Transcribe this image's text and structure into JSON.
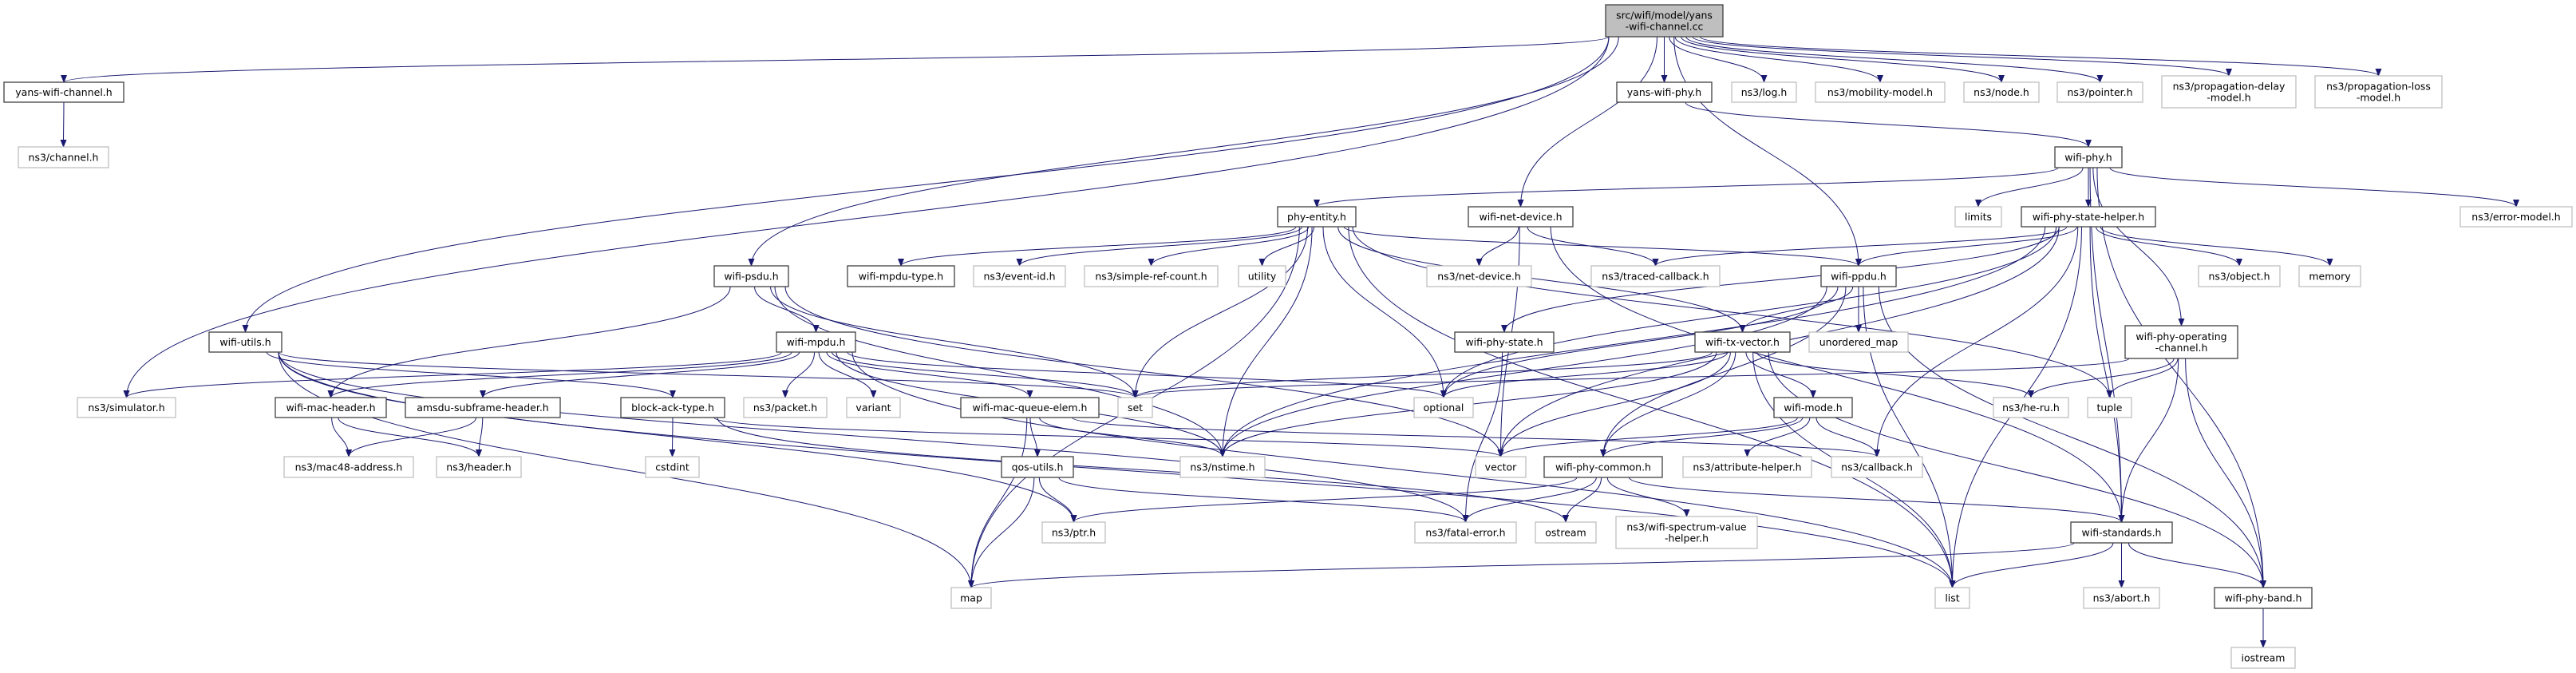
{
  "graph": {
    "type": "include-dependency-graph",
    "colors": {
      "edge": "#191970",
      "root_fill": "#bfbfbf",
      "documented_border": "#404040",
      "undocumented_border": "#bfbfbf"
    },
    "nodes": {
      "root": {
        "lines": [
          "src/wifi/model/yans",
          "-wifi-channel.cc"
        ],
        "kind": "root"
      },
      "yans_wifi_channel": {
        "lines": [
          "yans-wifi-channel.h"
        ],
        "kind": "doc"
      },
      "yans_wifi_phy": {
        "lines": [
          "yans-wifi-phy.h"
        ],
        "kind": "doc"
      },
      "log": {
        "lines": [
          "ns3/log.h"
        ],
        "kind": "undoc"
      },
      "mobility": {
        "lines": [
          "ns3/mobility-model.h"
        ],
        "kind": "undoc"
      },
      "node": {
        "lines": [
          "ns3/node.h"
        ],
        "kind": "undoc"
      },
      "pointer": {
        "lines": [
          "ns3/pointer.h"
        ],
        "kind": "undoc"
      },
      "prop_delay": {
        "lines": [
          "ns3/propagation-delay",
          "-model.h"
        ],
        "kind": "undoc"
      },
      "prop_loss": {
        "lines": [
          "ns3/propagation-loss",
          "-model.h"
        ],
        "kind": "undoc"
      },
      "channel": {
        "lines": [
          "ns3/channel.h"
        ],
        "kind": "undoc"
      },
      "wifi_phy": {
        "lines": [
          "wifi-phy.h"
        ],
        "kind": "doc"
      },
      "phy_entity": {
        "lines": [
          "phy-entity.h"
        ],
        "kind": "doc"
      },
      "wifi_net_device": {
        "lines": [
          "wifi-net-device.h"
        ],
        "kind": "doc"
      },
      "limits": {
        "lines": [
          "limits"
        ],
        "kind": "undoc"
      },
      "wifi_phy_state_helper": {
        "lines": [
          "wifi-phy-state-helper.h"
        ],
        "kind": "doc"
      },
      "error_model": {
        "lines": [
          "ns3/error-model.h"
        ],
        "kind": "undoc"
      },
      "wifi_psdu": {
        "lines": [
          "wifi-psdu.h"
        ],
        "kind": "doc"
      },
      "wifi_mpdu_type": {
        "lines": [
          "wifi-mpdu-type.h"
        ],
        "kind": "doc"
      },
      "event_id": {
        "lines": [
          "ns3/event-id.h"
        ],
        "kind": "undoc"
      },
      "simple_ref_count": {
        "lines": [
          "ns3/simple-ref-count.h"
        ],
        "kind": "undoc"
      },
      "utility": {
        "lines": [
          "utility"
        ],
        "kind": "undoc"
      },
      "net_device": {
        "lines": [
          "ns3/net-device.h"
        ],
        "kind": "undoc"
      },
      "traced_callback": {
        "lines": [
          "ns3/traced-callback.h"
        ],
        "kind": "undoc"
      },
      "wifi_ppdu": {
        "lines": [
          "wifi-ppdu.h"
        ],
        "kind": "doc"
      },
      "object": {
        "lines": [
          "ns3/object.h"
        ],
        "kind": "undoc"
      },
      "memory": {
        "lines": [
          "memory"
        ],
        "kind": "undoc"
      },
      "wifi_utils": {
        "lines": [
          "wifi-utils.h"
        ],
        "kind": "doc"
      },
      "wifi_mpdu": {
        "lines": [
          "wifi-mpdu.h"
        ],
        "kind": "doc"
      },
      "wifi_phy_state": {
        "lines": [
          "wifi-phy-state.h"
        ],
        "kind": "doc"
      },
      "wifi_tx_vector": {
        "lines": [
          "wifi-tx-vector.h"
        ],
        "kind": "doc"
      },
      "unordered_map": {
        "lines": [
          "unordered_map"
        ],
        "kind": "undoc"
      },
      "wifi_phy_operating_channel": {
        "lines": [
          "wifi-phy-operating",
          "-channel.h"
        ],
        "kind": "doc"
      },
      "simulator": {
        "lines": [
          "ns3/simulator.h"
        ],
        "kind": "undoc"
      },
      "wifi_mac_header": {
        "lines": [
          "wifi-mac-header.h"
        ],
        "kind": "doc"
      },
      "amsdu_subframe_header": {
        "lines": [
          "amsdu-subframe-header.h"
        ],
        "kind": "doc"
      },
      "block_ack_type": {
        "lines": [
          "block-ack-type.h"
        ],
        "kind": "doc"
      },
      "packet": {
        "lines": [
          "ns3/packet.h"
        ],
        "kind": "undoc"
      },
      "variant": {
        "lines": [
          "variant"
        ],
        "kind": "undoc"
      },
      "wifi_mac_queue_elem": {
        "lines": [
          "wifi-mac-queue-elem.h"
        ],
        "kind": "doc"
      },
      "set": {
        "lines": [
          "set"
        ],
        "kind": "undoc"
      },
      "optional": {
        "lines": [
          "optional"
        ],
        "kind": "undoc"
      },
      "wifi_mode": {
        "lines": [
          "wifi-mode.h"
        ],
        "kind": "doc"
      },
      "he_ru": {
        "lines": [
          "ns3/he-ru.h"
        ],
        "kind": "undoc"
      },
      "tuple": {
        "lines": [
          "tuple"
        ],
        "kind": "undoc"
      },
      "mac48": {
        "lines": [
          "ns3/mac48-address.h"
        ],
        "kind": "undoc"
      },
      "header": {
        "lines": [
          "ns3/header.h"
        ],
        "kind": "undoc"
      },
      "cstdint": {
        "lines": [
          "cstdint"
        ],
        "kind": "undoc"
      },
      "qos_utils": {
        "lines": [
          "qos-utils.h"
        ],
        "kind": "doc"
      },
      "nstime": {
        "lines": [
          "ns3/nstime.h"
        ],
        "kind": "undoc"
      },
      "vector": {
        "lines": [
          "vector"
        ],
        "kind": "undoc"
      },
      "wifi_phy_common": {
        "lines": [
          "wifi-phy-common.h"
        ],
        "kind": "doc"
      },
      "attribute_helper": {
        "lines": [
          "ns3/attribute-helper.h"
        ],
        "kind": "undoc"
      },
      "callback": {
        "lines": [
          "ns3/callback.h"
        ],
        "kind": "undoc"
      },
      "ptr": {
        "lines": [
          "ns3/ptr.h"
        ],
        "kind": "undoc"
      },
      "fatal_error": {
        "lines": [
          "ns3/fatal-error.h"
        ],
        "kind": "undoc"
      },
      "ostream": {
        "lines": [
          "ostream"
        ],
        "kind": "undoc"
      },
      "spectrum_helper": {
        "lines": [
          "ns3/wifi-spectrum-value",
          "-helper.h"
        ],
        "kind": "undoc"
      },
      "wifi_standards": {
        "lines": [
          "wifi-standards.h"
        ],
        "kind": "doc"
      },
      "map": {
        "lines": [
          "map"
        ],
        "kind": "undoc"
      },
      "list": {
        "lines": [
          "list"
        ],
        "kind": "undoc"
      },
      "abort": {
        "lines": [
          "ns3/abort.h"
        ],
        "kind": "undoc"
      },
      "wifi_phy_band": {
        "lines": [
          "wifi-phy-band.h"
        ],
        "kind": "doc"
      },
      "iostream": {
        "lines": [
          "iostream"
        ],
        "kind": "undoc"
      }
    },
    "edges": [
      [
        "root",
        "yans_wifi_channel"
      ],
      [
        "root",
        "yans_wifi_phy"
      ],
      [
        "root",
        "log"
      ],
      [
        "root",
        "mobility"
      ],
      [
        "root",
        "node"
      ],
      [
        "root",
        "pointer"
      ],
      [
        "root",
        "prop_delay"
      ],
      [
        "root",
        "prop_loss"
      ],
      [
        "root",
        "wifi_utils"
      ],
      [
        "root",
        "wifi_psdu"
      ],
      [
        "root",
        "simulator"
      ],
      [
        "root",
        "wifi_net_device"
      ],
      [
        "root",
        "wifi_ppdu"
      ],
      [
        "yans_wifi_channel",
        "channel"
      ],
      [
        "yans_wifi_phy",
        "wifi_phy"
      ],
      [
        "wifi_phy",
        "phy_entity"
      ],
      [
        "wifi_phy",
        "limits"
      ],
      [
        "wifi_phy",
        "wifi_phy_state_helper"
      ],
      [
        "wifi_phy",
        "error_model"
      ],
      [
        "wifi_phy",
        "wifi_phy_operating_channel"
      ],
      [
        "wifi_phy",
        "wifi_standards"
      ],
      [
        "wifi_phy",
        "wifi_phy_band"
      ],
      [
        "phy_entity",
        "wifi_mpdu_type"
      ],
      [
        "phy_entity",
        "event_id"
      ],
      [
        "phy_entity",
        "simple_ref_count"
      ],
      [
        "phy_entity",
        "utility"
      ],
      [
        "phy_entity",
        "optional"
      ],
      [
        "phy_entity",
        "list"
      ],
      [
        "phy_entity",
        "wifi_ppdu"
      ],
      [
        "phy_entity",
        "wifi_tx_vector"
      ],
      [
        "phy_entity",
        "map"
      ],
      [
        "phy_entity",
        "nstime"
      ],
      [
        "phy_entity",
        "set"
      ],
      [
        "phy_entity",
        "tuple"
      ],
      [
        "wifi_net_device",
        "net_device"
      ],
      [
        "wifi_net_device",
        "traced_callback"
      ],
      [
        "wifi_net_device",
        "vector"
      ],
      [
        "wifi_net_device",
        "wifi_standards"
      ],
      [
        "wifi_phy_state_helper",
        "traced_callback"
      ],
      [
        "wifi_phy_state_helper",
        "wifi_ppdu"
      ],
      [
        "wifi_phy_state_helper",
        "object"
      ],
      [
        "wifi_phy_state_helper",
        "memory"
      ],
      [
        "wifi_phy_state_helper",
        "optional"
      ],
      [
        "wifi_phy_state_helper",
        "wifi_phy_state"
      ],
      [
        "wifi_phy_state_helper",
        "vector"
      ],
      [
        "wifi_phy_state_helper",
        "list"
      ],
      [
        "wifi_phy_state_helper",
        "callback"
      ],
      [
        "wifi_phy_state_helper",
        "nstime"
      ],
      [
        "wifi_phy_state_helper",
        "wifi_standards"
      ],
      [
        "wifi_psdu",
        "wifi_mpdu"
      ],
      [
        "wifi_psdu",
        "wifi_mac_header"
      ],
      [
        "wifi_psdu",
        "nstime"
      ],
      [
        "wifi_psdu",
        "set"
      ],
      [
        "wifi_psdu",
        "vector"
      ],
      [
        "wifi_ppdu",
        "wifi_tx_vector"
      ],
      [
        "wifi_ppdu",
        "unordered_map"
      ],
      [
        "wifi_ppdu",
        "list"
      ],
      [
        "wifi_ppdu",
        "nstime"
      ],
      [
        "wifi_ppdu",
        "optional"
      ],
      [
        "wifi_ppdu",
        "wifi_phy_common"
      ],
      [
        "wifi_ppdu",
        "wifi_phy_band"
      ],
      [
        "wifi_utils",
        "block_ack_type"
      ],
      [
        "wifi_utils",
        "set"
      ],
      [
        "wifi_utils",
        "fatal_error"
      ],
      [
        "wifi_utils",
        "ptr"
      ],
      [
        "wifi_utils",
        "list"
      ],
      [
        "wifi_utils",
        "map"
      ],
      [
        "wifi_mpdu",
        "simulator"
      ],
      [
        "wifi_mpdu",
        "wifi_mac_header"
      ],
      [
        "wifi_mpdu",
        "amsdu_subframe_header"
      ],
      [
        "wifi_mpdu",
        "packet"
      ],
      [
        "wifi_mpdu",
        "variant"
      ],
      [
        "wifi_mpdu",
        "wifi_mac_queue_elem"
      ],
      [
        "wifi_mpdu",
        "set"
      ],
      [
        "wifi_mpdu",
        "optional"
      ],
      [
        "wifi_mpdu",
        "list"
      ],
      [
        "wifi_mpdu",
        "nstime"
      ],
      [
        "wifi_phy_state",
        "fatal_error"
      ],
      [
        "wifi_tx_vector",
        "wifi_mode"
      ],
      [
        "wifi_tx_vector",
        "he_ru"
      ],
      [
        "wifi_tx_vector",
        "list"
      ],
      [
        "wifi_tx_vector",
        "set"
      ],
      [
        "wifi_tx_vector",
        "optional"
      ],
      [
        "wifi_tx_vector",
        "vector"
      ],
      [
        "wifi_tx_vector",
        "wifi_phy_common"
      ],
      [
        "wifi_tx_vector",
        "wifi_phy_band"
      ],
      [
        "wifi_tx_vector",
        "nstime"
      ],
      [
        "wifi_phy_operating_channel",
        "he_ru"
      ],
      [
        "wifi_phy_operating_channel",
        "tuple"
      ],
      [
        "wifi_phy_operating_channel",
        "set"
      ],
      [
        "wifi_phy_operating_channel",
        "wifi_standards"
      ],
      [
        "wifi_phy_operating_channel",
        "wifi_phy_band"
      ],
      [
        "wifi_mac_header",
        "mac48"
      ],
      [
        "wifi_mac_header",
        "header"
      ],
      [
        "amsdu_subframe_header",
        "mac48"
      ],
      [
        "amsdu_subframe_header",
        "header"
      ],
      [
        "block_ack_type",
        "cstdint"
      ],
      [
        "block_ack_type",
        "vector"
      ],
      [
        "block_ack_type",
        "ostream"
      ],
      [
        "wifi_mac_queue_elem",
        "qos_utils"
      ],
      [
        "wifi_mac_queue_elem",
        "map"
      ],
      [
        "wifi_mac_queue_elem",
        "nstime"
      ],
      [
        "wifi_mac_queue_elem",
        "callback"
      ],
      [
        "qos_utils",
        "ptr"
      ],
      [
        "qos_utils",
        "map"
      ],
      [
        "qos_utils",
        "fatal_error"
      ],
      [
        "wifi_mode",
        "vector"
      ],
      [
        "wifi_mode",
        "attribute_helper"
      ],
      [
        "wifi_mode",
        "callback"
      ],
      [
        "wifi_mode",
        "wifi_phy_common"
      ],
      [
        "wifi_phy_common",
        "ptr"
      ],
      [
        "wifi_phy_common",
        "fatal_error"
      ],
      [
        "wifi_phy_common",
        "ostream"
      ],
      [
        "wifi_phy_common",
        "spectrum_helper"
      ],
      [
        "wifi_phy_common",
        "wifi_standards"
      ],
      [
        "wifi_standards",
        "map"
      ],
      [
        "wifi_standards",
        "list"
      ],
      [
        "wifi_standards",
        "abort"
      ],
      [
        "wifi_standards",
        "wifi_phy_band"
      ],
      [
        "wifi_phy_band",
        "iostream"
      ]
    ]
  }
}
